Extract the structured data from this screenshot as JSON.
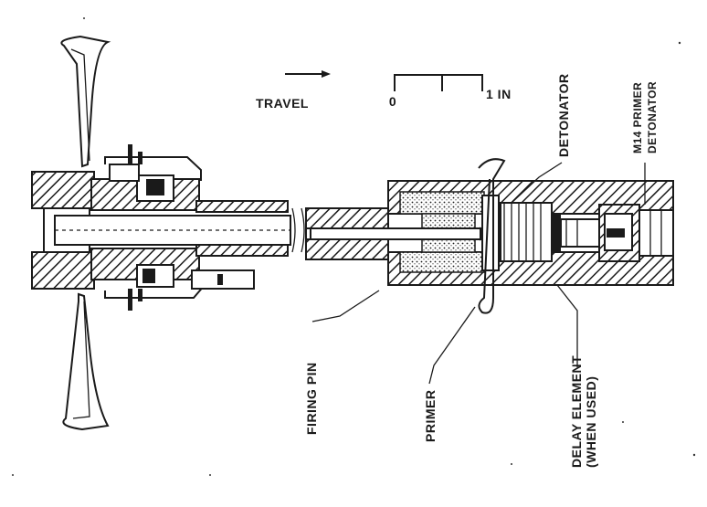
{
  "diagram": {
    "travel_label": "TRAVEL",
    "scale": {
      "start_label": "0",
      "end_label": "1 IN"
    },
    "labels": {
      "detonator": "DETONATOR",
      "m14_line1": "M14 PRIMER",
      "m14_line2": "DETONATOR",
      "firing_pin": "FIRING PIN",
      "primer": "PRIMER",
      "delay_line1": "DELAY ELEMENT",
      "delay_line2": "(WHEN USED)"
    }
  }
}
